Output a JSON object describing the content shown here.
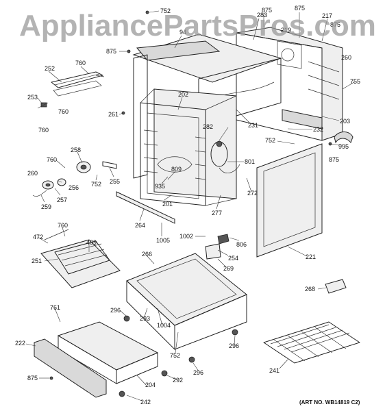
{
  "watermark": "AppliancePartsPros.com",
  "art_number": "(ART NO. WB14819 C2)",
  "callouts": [
    "752",
    "875",
    "283",
    "875",
    "217",
    "219",
    "875",
    "94",
    "875",
    "260",
    "252",
    "760",
    "760",
    "253",
    "760",
    "261",
    "202",
    "231",
    "203",
    "232",
    "282",
    "752",
    "995",
    "875",
    "258",
    "760",
    "752",
    "255",
    "809",
    "801",
    "935",
    "272",
    "256",
    "257",
    "259",
    "201",
    "277",
    "264",
    "1005",
    "1002",
    "806",
    "254",
    "269",
    "221",
    "472",
    "760",
    "489",
    "251",
    "266",
    "268",
    "761",
    "296",
    "293",
    "1004",
    "222",
    "875",
    "204",
    "296",
    "752",
    "296",
    "292",
    "241",
    "242",
    "755",
    "260"
  ]
}
